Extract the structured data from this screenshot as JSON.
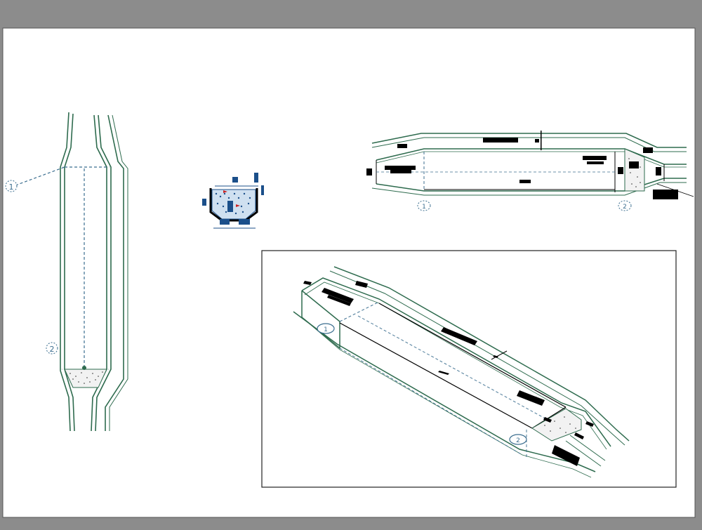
{
  "viewport": {
    "background": "#8c8c8c",
    "sheet_color": "#ffffff"
  },
  "colors": {
    "wall_green": "#2e6b4e",
    "hidden_blue": "#3b6e8f",
    "fill_black": "#000000",
    "icon_blue": "#1b4f8a",
    "accent_red": "#cc2222"
  },
  "plan_view": {
    "callout_1": "1",
    "callout_2": "2"
  },
  "section_view": {
    "callout_1": "1",
    "callout_2": "2"
  },
  "iso_view": {
    "callout_1": "1",
    "callout_2": "2"
  }
}
